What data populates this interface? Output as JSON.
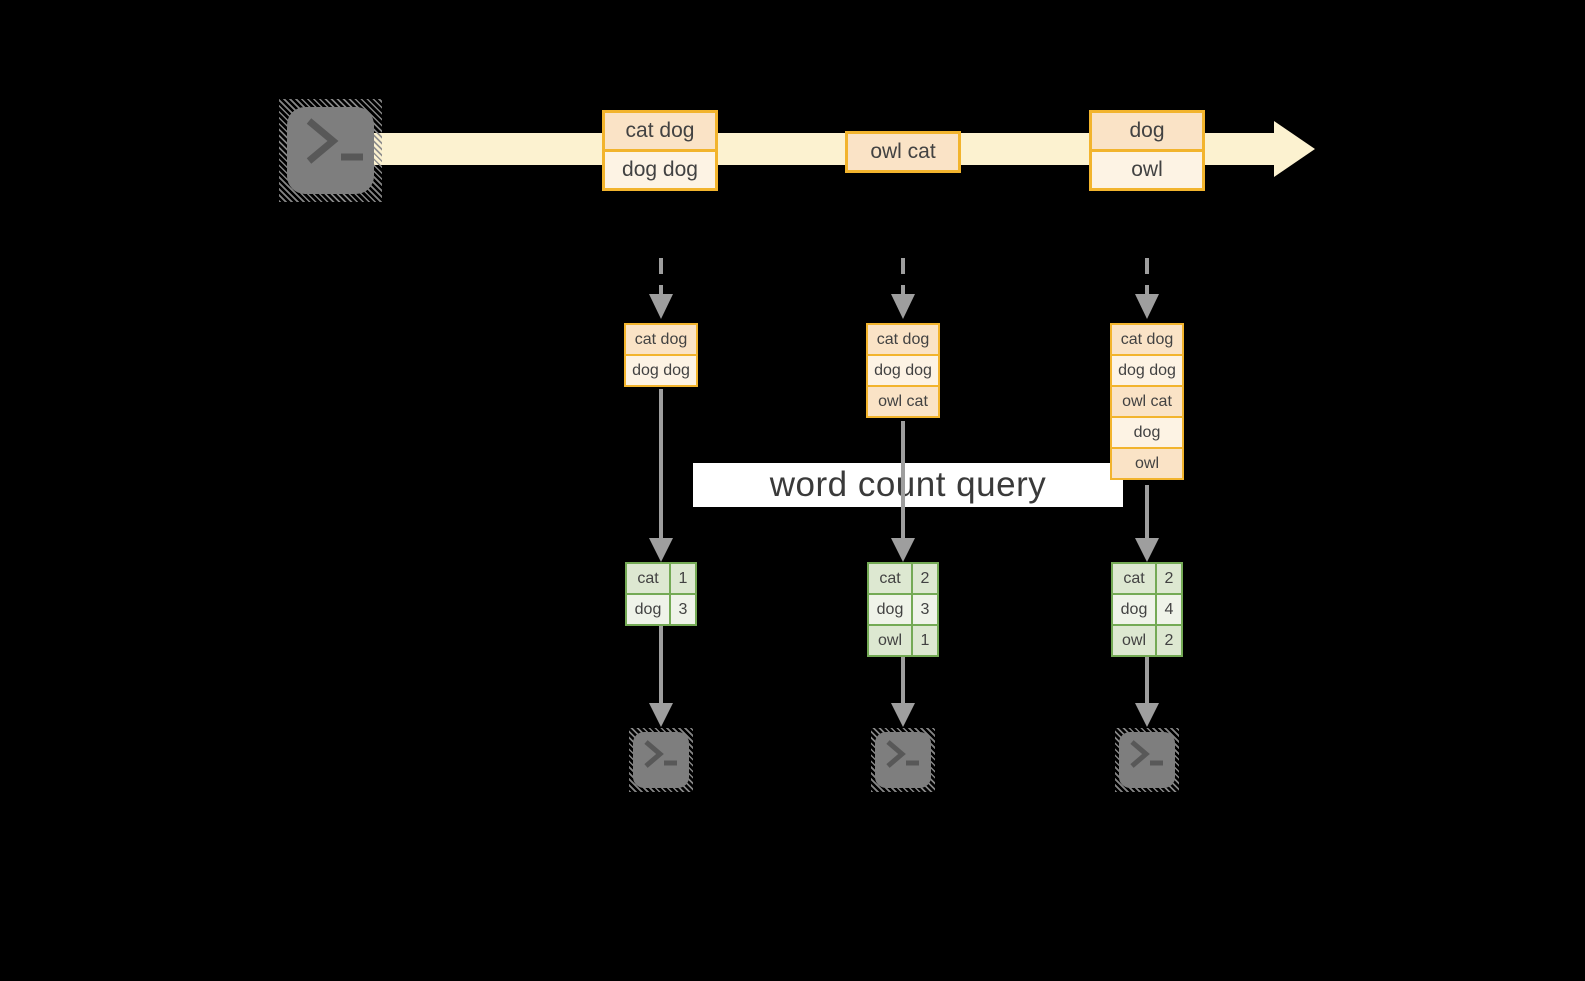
{
  "banner": {
    "label": "word count query"
  },
  "stream": {
    "batch1": {
      "line1": "cat dog",
      "line2": "dog dog"
    },
    "batch2": {
      "line1": "owl cat"
    },
    "batch3": {
      "line1": "dog",
      "line2": "owl"
    }
  },
  "columns": [
    {
      "micro_batch": [
        "cat dog",
        "dog dog"
      ],
      "counts": [
        {
          "word": "cat",
          "count": "1"
        },
        {
          "word": "dog",
          "count": "3"
        }
      ]
    },
    {
      "micro_batch": [
        "cat dog",
        "dog dog",
        "owl cat"
      ],
      "counts": [
        {
          "word": "cat",
          "count": "2"
        },
        {
          "word": "dog",
          "count": "3"
        },
        {
          "word": "owl",
          "count": "1"
        }
      ]
    },
    {
      "micro_batch": [
        "cat dog",
        "dog dog",
        "owl cat",
        "dog",
        "owl"
      ],
      "counts": [
        {
          "word": "cat",
          "count": "2"
        },
        {
          "word": "dog",
          "count": "4"
        },
        {
          "word": "owl",
          "count": "2"
        }
      ]
    }
  ],
  "colors": {
    "background": "#000000",
    "stream-band": "#fcf2d0",
    "accent-orange": "#f2b42d",
    "box-fill-dark": "#fae3c6",
    "box-fill-light": "#fdf3e4",
    "accent-green": "#74aa55",
    "green-fill-dark": "#dde8d1",
    "green-fill-light": "#eff3e9",
    "arrow-gray": "#9e9e9e",
    "terminal-gray": "#7e7e7e",
    "glyph-gray": "#585858",
    "banner-bg": "#ffffff"
  }
}
